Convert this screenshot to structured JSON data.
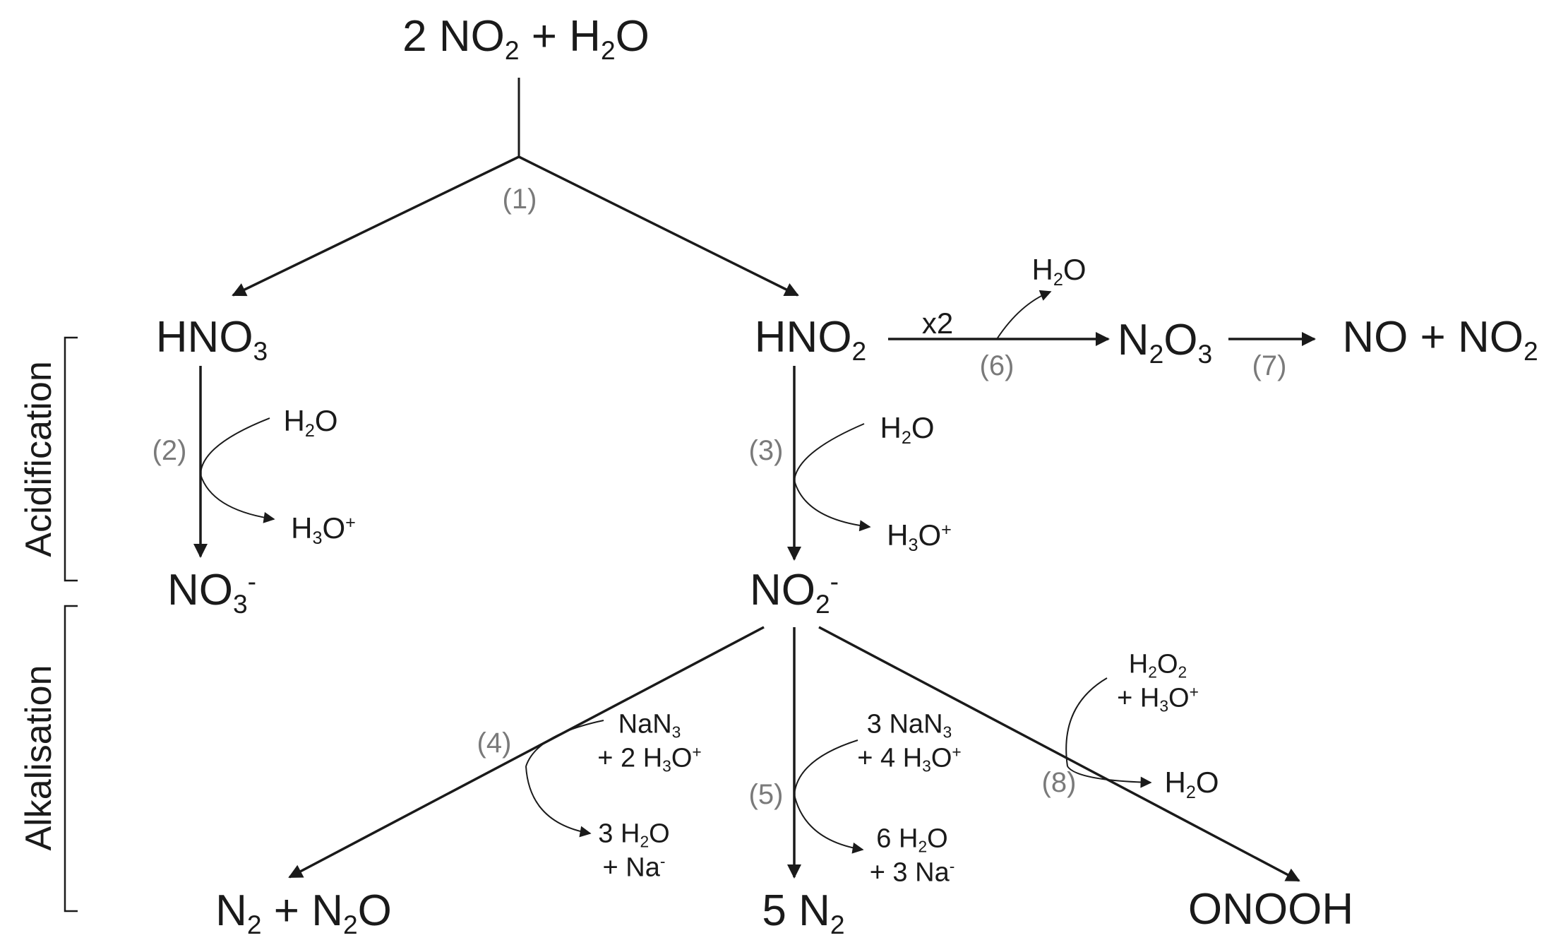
{
  "species": {
    "reactant": [
      {
        "t": "2 NO"
      },
      {
        "sub": "2"
      },
      {
        "t": " + H"
      },
      {
        "sub": "2"
      },
      {
        "t": "O"
      }
    ],
    "hno3": [
      {
        "t": "HNO"
      },
      {
        "sub": "3"
      }
    ],
    "hno2": [
      {
        "t": "HNO"
      },
      {
        "sub": "2"
      }
    ],
    "n2o3": [
      {
        "t": "N"
      },
      {
        "sub": "2"
      },
      {
        "t": "O"
      },
      {
        "sub": "3"
      }
    ],
    "no_no2": [
      {
        "t": "NO + NO"
      },
      {
        "sub": "2"
      }
    ],
    "no3m": [
      {
        "t": "NO"
      },
      {
        "sub": "3"
      },
      {
        "sup": "-"
      }
    ],
    "no2m": [
      {
        "t": "NO"
      },
      {
        "sub": "2"
      },
      {
        "sup": "-"
      }
    ],
    "n2_n2o": [
      {
        "t": "N"
      },
      {
        "sub": "2"
      },
      {
        "t": " + N"
      },
      {
        "sub": "2"
      },
      {
        "t": "O"
      }
    ],
    "five_n2": [
      {
        "t": "5 N"
      },
      {
        "sub": "2"
      }
    ],
    "onooh": [
      {
        "t": "ONOOH"
      }
    ]
  },
  "reagents": {
    "r2_in": [
      {
        "t": "H"
      },
      {
        "sub": "2"
      },
      {
        "t": "O"
      }
    ],
    "r2_out": [
      {
        "t": "H"
      },
      {
        "sub": "3"
      },
      {
        "t": "O"
      },
      {
        "sup": "+"
      }
    ],
    "r3_in": [
      {
        "t": "H"
      },
      {
        "sub": "2"
      },
      {
        "t": "O"
      }
    ],
    "r3_out": [
      {
        "t": "H"
      },
      {
        "sub": "3"
      },
      {
        "t": "O"
      },
      {
        "sup": "+"
      }
    ],
    "r6_mult": [
      {
        "t": "x2"
      }
    ],
    "r6_out": [
      {
        "t": "H"
      },
      {
        "sub": "2"
      },
      {
        "t": "O"
      }
    ],
    "r4_in_1": [
      {
        "t": "NaN"
      },
      {
        "sub": "3"
      }
    ],
    "r4_in_2": [
      {
        "t": "+ 2 H"
      },
      {
        "sub": "3"
      },
      {
        "t": "O"
      },
      {
        "sup": "+"
      }
    ],
    "r4_out_1": [
      {
        "t": "3 H"
      },
      {
        "sub": "2"
      },
      {
        "t": "O"
      }
    ],
    "r4_out_2": [
      {
        "t": "+ Na"
      },
      {
        "sup": "-"
      }
    ],
    "r5_in_1": [
      {
        "t": "3 NaN"
      },
      {
        "sub": "3"
      }
    ],
    "r5_in_2": [
      {
        "t": "+ 4 H"
      },
      {
        "sub": "3"
      },
      {
        "t": "O"
      },
      {
        "sup": "+"
      }
    ],
    "r5_out_1": [
      {
        "t": "6 H"
      },
      {
        "sub": "2"
      },
      {
        "t": "O"
      }
    ],
    "r5_out_2": [
      {
        "t": "+ 3 Na"
      },
      {
        "sup": "-"
      }
    ],
    "r8_in_1": [
      {
        "t": "H"
      },
      {
        "sub": "2"
      },
      {
        "t": "O"
      },
      {
        "sub": "2"
      }
    ],
    "r8_in_2": [
      {
        "t": "+ H"
      },
      {
        "sub": "3"
      },
      {
        "t": "O"
      },
      {
        "sup": "+"
      }
    ],
    "r8_out": [
      {
        "t": "H"
      },
      {
        "sub": "2"
      },
      {
        "t": "O"
      }
    ]
  },
  "steps": {
    "s1": "(1)",
    "s2": "(2)",
    "s3": "(3)",
    "s4": "(4)",
    "s5": "(5)",
    "s6": "(6)",
    "s7": "(7)",
    "s8": "(8)"
  },
  "sections": {
    "acidification": "Acidification",
    "alkalisation": "Alkalisation"
  },
  "colors": {
    "line": "#1a1a1a",
    "step": "#7a7a7a"
  }
}
